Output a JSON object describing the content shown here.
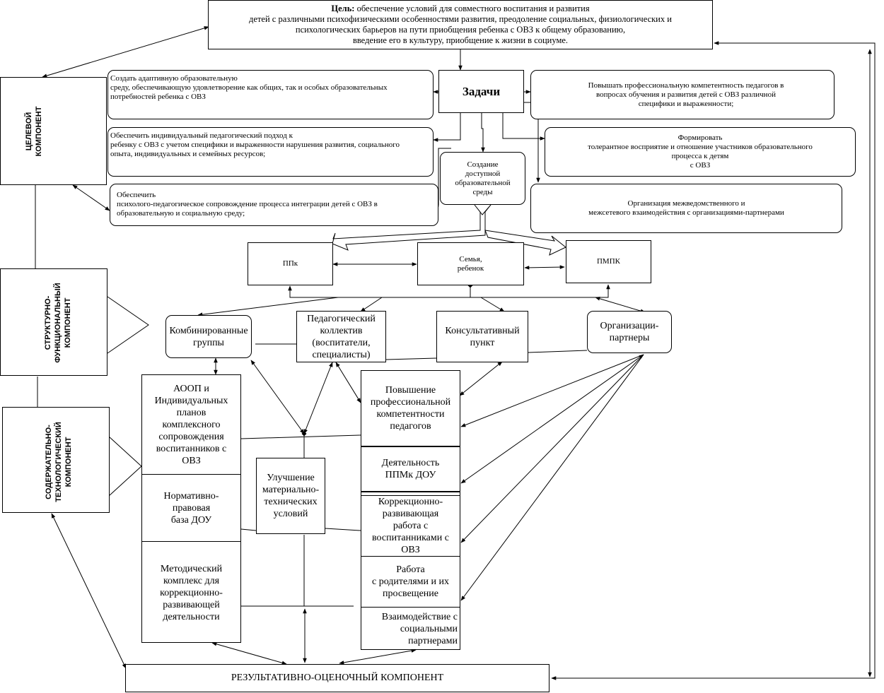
{
  "goal": {
    "label": "Цель:",
    "line1": "обеспечение условий для совместного воспитания и развития",
    "line2": "детей с различными психофизическими особенностями развития, преодоление социальных, физиологических и",
    "line3": "психологических барьеров на пути приобщения ребенка с ОВЗ к общему образованию,",
    "line4": "введение его в культуру, приобщение к жизни в социуме."
  },
  "components": {
    "target": [
      "ЦЕЛЕВОЙ",
      "КОМПОНЕНТ"
    ],
    "structural": [
      "СТРУКТУРНО-",
      "ФУНКЦИОНАЛЬНЫЙ",
      "КОМПОНЕНТ"
    ],
    "content": [
      "СОДЕРЖАТЕЛЬНО-",
      "ТЕХНОЛОГИЧЕСКИЙ",
      "КОМПОНЕНТ"
    ],
    "result": "РЕЗУЛЬТАТИВНО-ОЦЕНОЧНЫЙ КОМПОНЕНТ"
  },
  "tasks": {
    "title": "Задачи",
    "t1": [
      "Создать адаптивную образовательную",
      "среду, обеспечивающую удовлетворение как общих, так и особых образовательных",
      "потребностей ребенка с ОВЗ"
    ],
    "t2": [
      "Обеспечить индивидуальный педагогический подход к",
      "ребенку с ОВЗ с учетом специфики и выраженности нарушения развития, социального",
      "опыта, индивидуальных и семейных ресурсов;"
    ],
    "t3": [
      "Обеспечить",
      "психолого-педагогическое сопровождение процесса интеграции детей с ОВЗ в",
      "образовательную и социальную среду;"
    ],
    "t4": [
      "Повышать профессиональную компетентность педагогов в",
      "вопросах обучения и развития детей с ОВЗ различной",
      "специфики и выраженности;"
    ],
    "t5": [
      "Формировать",
      "толерантное восприятие и отношение участников образовательного",
      "процесса к детям",
      "с ОВЗ"
    ],
    "t6": [
      "Организация межведомственного и",
      "межсетевого взаимодействия с организациями-партнерами"
    ],
    "t7": [
      "Создание",
      "доступной",
      "образовательной",
      "среды"
    ]
  },
  "structure": {
    "ppk": "ППк",
    "family": [
      "Семья,",
      "ребенок"
    ],
    "pmpk": "ПМПК",
    "combined": [
      "Комбинированные",
      "группы"
    ],
    "staff": [
      "Педагогический",
      "коллектив",
      "(воспитатели,",
      "специалисты)"
    ],
    "consult": [
      "Консультативный",
      "пункт"
    ],
    "partners": [
      "Организации-",
      "партнеры"
    ]
  },
  "content_blocks": {
    "aoop": [
      "АООП и",
      "Индивидуальных",
      "планов",
      "комплексного",
      "сопровождения",
      "воспитанников с",
      "ОВЗ"
    ],
    "norm": [
      "Нормативно-",
      "правовая",
      "база ДОУ"
    ],
    "method": [
      "Методический",
      "комплекс для",
      "коррекционно-",
      "развивающей",
      "деятельности"
    ],
    "material": [
      "Улучшение",
      "материально-",
      "технических",
      "условий"
    ],
    "prof": [
      "Повышение",
      "профессиональной",
      "компетентности",
      "педагогов"
    ],
    "ppk_work": [
      "Деятельность",
      "ППМк ДОУ"
    ],
    "correction": [
      "Коррекционно-",
      "развивающая",
      "работа с",
      "воспитанниками с",
      "ОВЗ"
    ],
    "parents": [
      "Работа",
      "с родителями и их",
      "просвещение"
    ],
    "social": [
      "Взаимодействие с",
      "социальными",
      "партнерами"
    ]
  }
}
